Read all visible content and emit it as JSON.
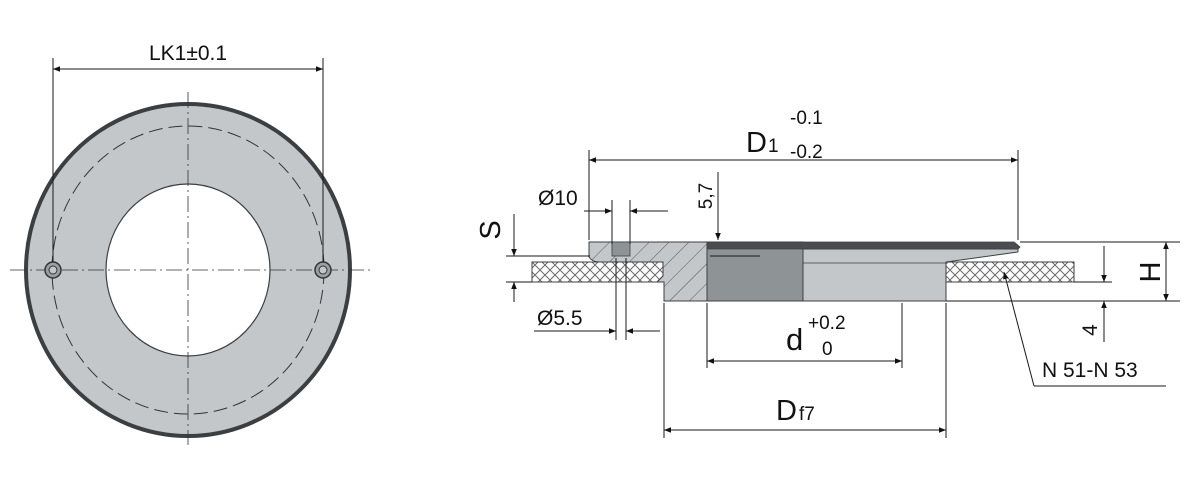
{
  "colors": {
    "part_fill": "#c3c7ca",
    "part_dark": "#8e9496",
    "edge": "#3c3f41",
    "hatch": "#6b6b6b",
    "background": "#ffffff"
  },
  "dimensions": {
    "lk1": "LK1±0.1",
    "d1_main": "D",
    "d1_sub": "1",
    "d1_upper_tol": "-0.1",
    "d1_lower_tol": "-0.2",
    "s": "S",
    "h": "H",
    "bore10": "Ø10",
    "bore55": "Ø5.5",
    "step57": "5,7",
    "d_main": "d",
    "d_upper_tol": "+0.2",
    "d_lower_tol": "0",
    "df7_main": "D",
    "df7_sub": "f7",
    "four": "4",
    "seal_note": "N 51-N 53"
  }
}
